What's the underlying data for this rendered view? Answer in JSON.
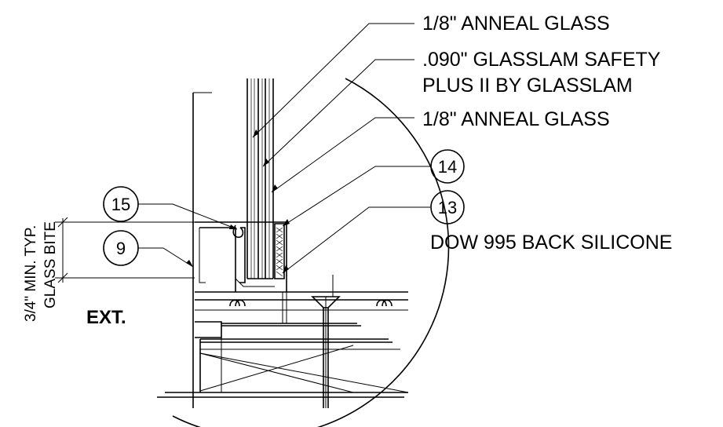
{
  "callouts": {
    "glass_top": "1/8\" ANNEAL GLASS",
    "interlayer_line1": ".090\" GLASSLAM SAFETY",
    "interlayer_line2": "PLUS II BY GLASSLAM",
    "glass_bottom": "1/8\" ANNEAL GLASS",
    "silicone": "DOW 995 BACK SILICONE"
  },
  "bubbles": {
    "b14": "14",
    "b13": "13",
    "b15": "15",
    "b9": "9"
  },
  "dimension": {
    "line1": "3/4\" MIN. TYP.",
    "line2": "GLASS BITE"
  },
  "side_label": "EXT."
}
